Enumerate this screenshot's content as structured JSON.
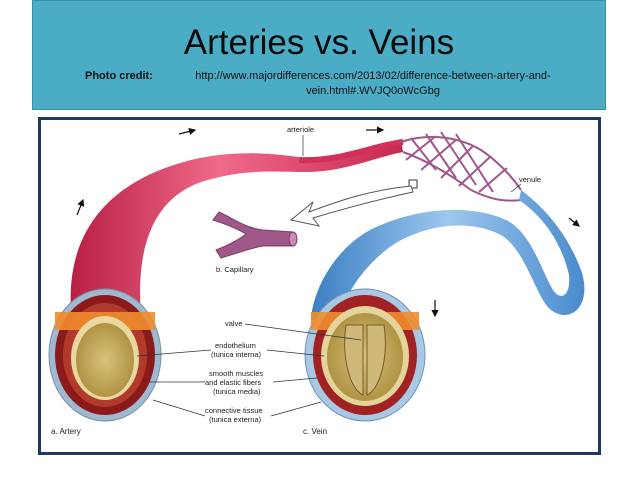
{
  "slide": {
    "title": "Arteries vs. Veins",
    "credit_label": "Photo credit:",
    "credit_url_line1": "http://www.majordifferences.com/2013/02/difference-between-artery-and-",
    "credit_url_line2": "vein.html#.WVJQ0oWcGbg"
  },
  "diagram": {
    "labels": {
      "arteriole": "arteriole",
      "venule": "venule",
      "capillary": "b. Capillary",
      "valve": "valve",
      "endothelium_1": "endothelium",
      "endothelium_2": "(tunica interna)",
      "smooth_1": "smooth muscles",
      "smooth_2": "and elastic fibers",
      "smooth_3": "(tunica media)",
      "connective_1": "connective tissue",
      "connective_2": "(tunica externa)",
      "artery": "a. Artery",
      "vein": "c. Vein"
    },
    "colors": {
      "header_bg": "#4BACC6",
      "frame_border": "#1F3864",
      "artery_red": "#E0335C",
      "vein_blue": "#5B9BD5",
      "capillary_purple": "#A0578A"
    }
  }
}
